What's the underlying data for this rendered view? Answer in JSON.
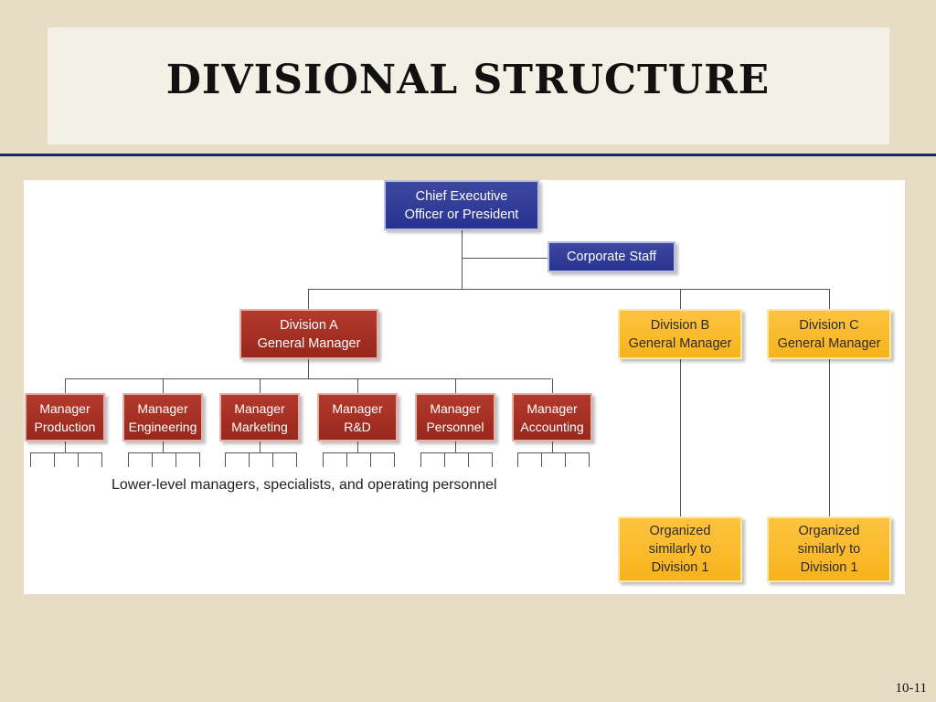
{
  "slide": {
    "title": "DIVISIONAL STRUCTURE",
    "page_number": "10-11"
  },
  "org_chart": {
    "ceo": "Chief Executive\nOfficer or President",
    "corporate_staff": "Corporate Staff",
    "division_a": "Division A\nGeneral Manager",
    "division_b": "Division B\nGeneral Manager",
    "division_c": "Division C\nGeneral Manager",
    "managers": [
      "Manager\nProduction",
      "Manager\nEngineering",
      "Manager\nMarketing",
      "Manager\nR&D",
      "Manager\nPersonnel",
      "Manager\nAccounting"
    ],
    "lower_level_note": "Lower-level managers, specialists, and operating personnel",
    "organized_b": "Organized\nsimilarly to\nDivision 1",
    "organized_c": "Organized\nsimilarly to\nDivision 1",
    "colors": {
      "executive": "#2f3a96",
      "division_a": "#a8301f",
      "division_bc": "#f9b928",
      "divider": "#1b2663",
      "background": "#e6ddc4"
    }
  }
}
